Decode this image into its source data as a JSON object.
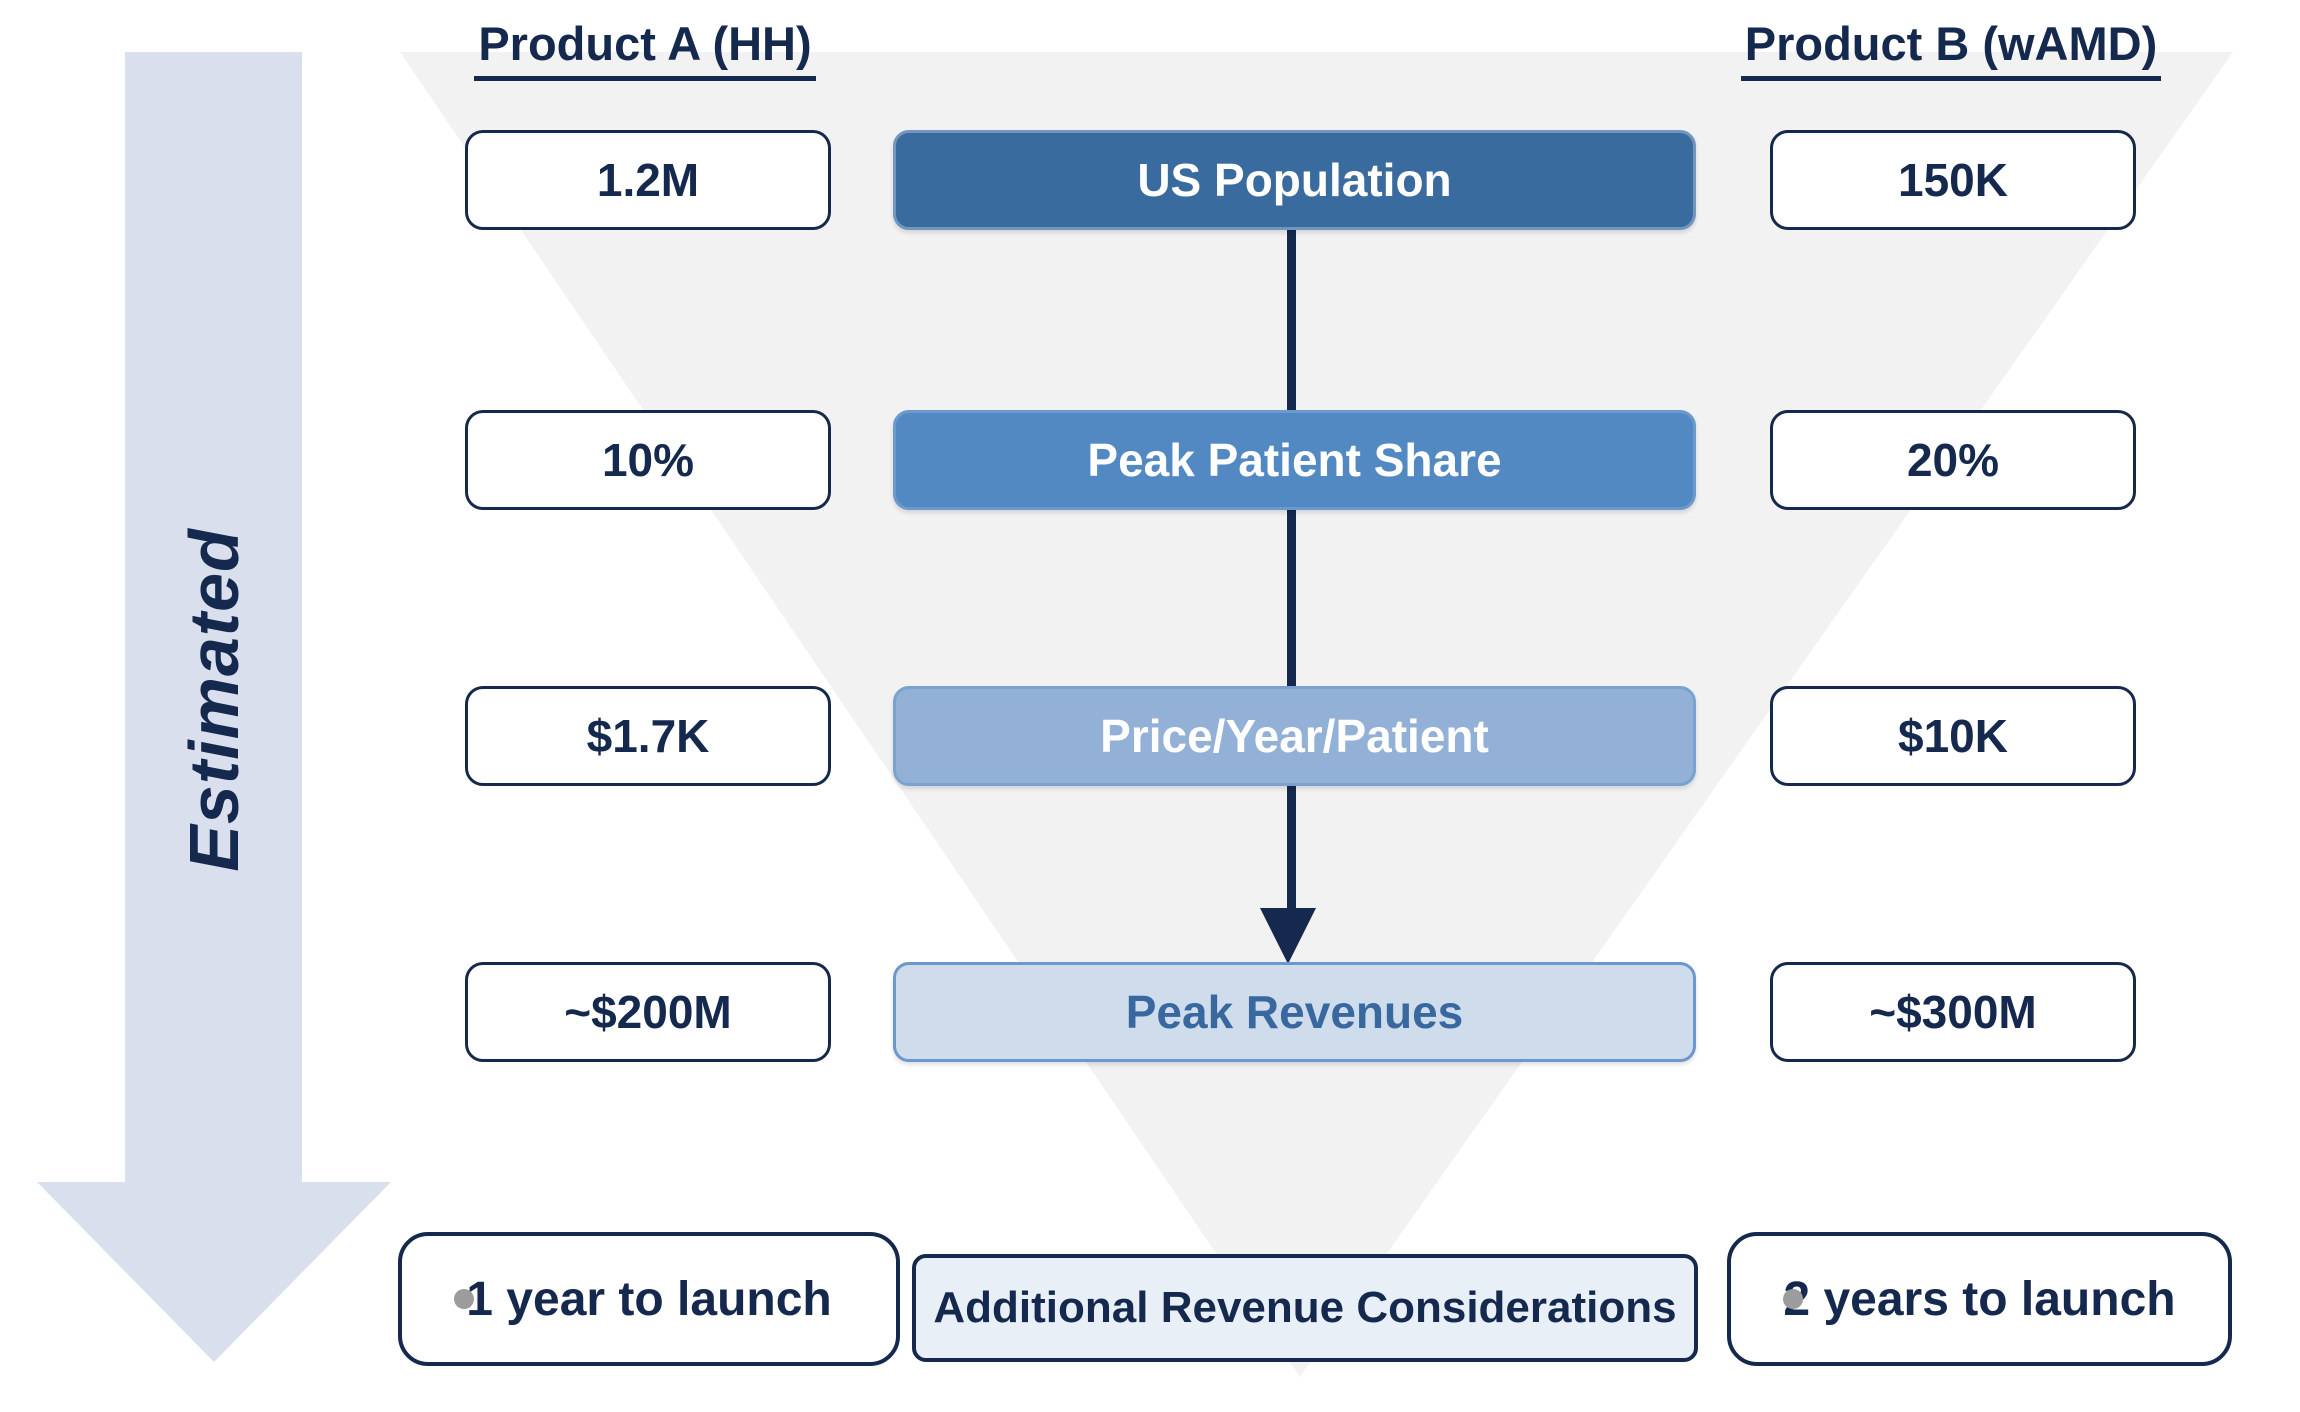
{
  "estimated_label": "Estimated",
  "columns": {
    "left": {
      "header": "Product A (HH)"
    },
    "right": {
      "header": "Product B (wAMD)"
    }
  },
  "funnel": {
    "stages": [
      {
        "label": "US Population",
        "left_value": "1.2M",
        "right_value": "150K",
        "fill": "#3A6B9E",
        "border": "#7296BE",
        "text_color": "#FFFFFF"
      },
      {
        "label": "Peak Patient Share",
        "left_value": "10%",
        "right_value": "20%",
        "fill": "#5389C2",
        "border": "#6B9BCD",
        "text_color": "#FFFFFF"
      },
      {
        "label": "Price/Year/Patient",
        "left_value": "$1.7K",
        "right_value": "$10K",
        "fill": "#93B1D6",
        "border": "#7AA2CF",
        "text_color": "#FFFFFF"
      },
      {
        "label": "Peak Revenues",
        "left_value": "~$200M",
        "right_value": "~$300M",
        "fill": "#CEDCEC",
        "border": "#6C98CD",
        "text_color": "#39689F"
      }
    ]
  },
  "bottom": {
    "left_note": "1 year to launch",
    "center_label": "Additional Revenue Considerations",
    "right_note": "2 years to launch"
  },
  "colors": {
    "navy": "#14294D",
    "triangle_background": "#F2F2F3",
    "estimated_band": "#DADFEE",
    "considerations_fill": "#E9EFF7",
    "bullet_gray": "#9C9C9C",
    "page_background": "#FFFFFF"
  }
}
